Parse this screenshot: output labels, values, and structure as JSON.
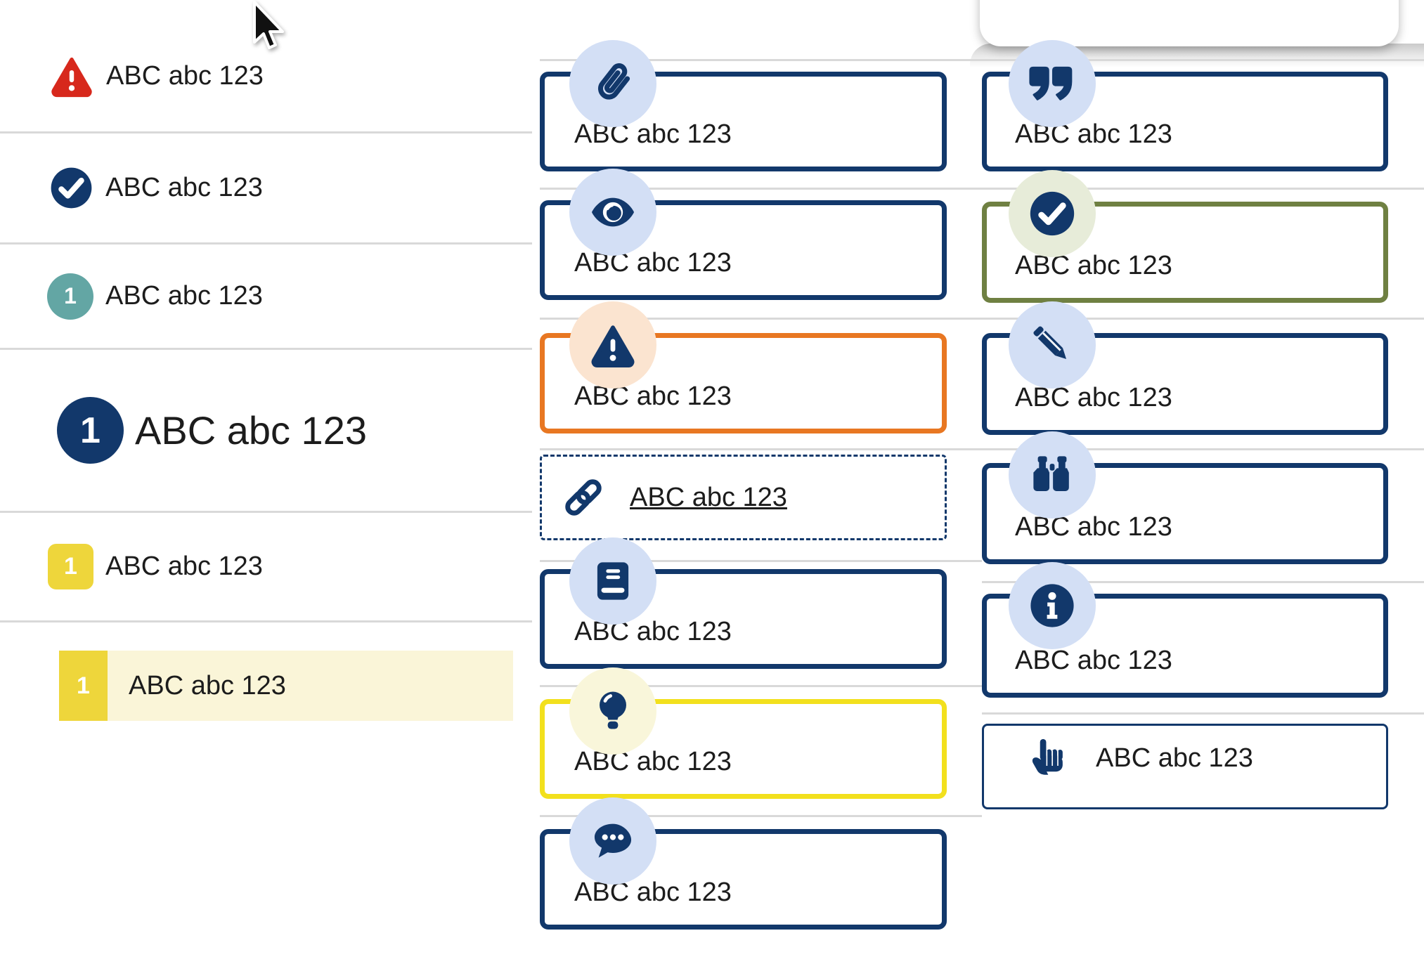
{
  "page": {
    "background": "#ffffff",
    "label_text": "ABC abc 123"
  },
  "colors": {
    "navy": "#12386b",
    "red": "#d7281c",
    "teal": "#63a6a4",
    "yellow_badge": "#eed63b",
    "highlight_bg": "#faf5d8",
    "orange_border": "#e87722",
    "yellow_border": "#f2e01d",
    "olive_border": "#6f8042",
    "icon_circle_blue": "#d3dff5",
    "icon_circle_peach": "#fbe4d0",
    "icon_circle_paleyellow": "#f9f6da",
    "icon_circle_sage": "#e7ecd9",
    "divider": "#d9d9d9",
    "text": "#1c1c1c"
  },
  "left_list": {
    "items": [
      {
        "kind": "icon",
        "icon": "alert-triangle-red",
        "label": "ABC abc 123"
      },
      {
        "kind": "icon",
        "icon": "check-circle-badge",
        "label": "ABC abc 123"
      },
      {
        "kind": "badge",
        "badge": "1",
        "style": "teal",
        "label": "ABC abc 123"
      },
      {
        "kind": "badge",
        "badge": "1",
        "style": "big",
        "label": "ABC abc 123"
      },
      {
        "kind": "badge",
        "badge": "1",
        "style": "yellow-square",
        "label": "ABC abc 123"
      },
      {
        "kind": "highlight",
        "badge": "1",
        "style": "yellow-highlight",
        "label": "ABC abc 123"
      }
    ]
  },
  "middle_callouts": {
    "items": [
      {
        "icon": "paperclip",
        "circle": "blue",
        "variant": "navy",
        "label": "ABC abc 123"
      },
      {
        "icon": "eye",
        "circle": "blue",
        "variant": "navy",
        "label": "ABC abc 123"
      },
      {
        "icon": "alert-triangle",
        "circle": "peach",
        "variant": "orange",
        "label": "ABC abc 123"
      },
      {
        "icon": "link",
        "circle": "none",
        "variant": "dashed",
        "label": "ABC abc 123",
        "link": true
      },
      {
        "icon": "book",
        "circle": "blue",
        "variant": "navy",
        "label": "ABC abc 123"
      },
      {
        "icon": "lightbulb",
        "circle": "paleyellow",
        "variant": "yellow",
        "label": "ABC abc 123"
      },
      {
        "icon": "chat",
        "circle": "blue",
        "variant": "navy",
        "label": "ABC abc 123"
      }
    ]
  },
  "right_callouts": {
    "items": [
      {
        "icon": "quote",
        "circle": "blue",
        "variant": "navy",
        "label": "ABC abc 123"
      },
      {
        "icon": "check-circle",
        "circle": "sage",
        "variant": "olive",
        "label": "ABC abc 123"
      },
      {
        "icon": "pencil",
        "circle": "blue",
        "variant": "navy",
        "label": "ABC abc 123"
      },
      {
        "icon": "binoculars",
        "circle": "blue",
        "variant": "navy",
        "label": "ABC abc 123"
      },
      {
        "icon": "info",
        "circle": "blue",
        "variant": "navy",
        "label": "ABC abc 123"
      },
      {
        "icon": "hand-pointer",
        "circle": "none",
        "variant": "thin",
        "label": "ABC abc 123",
        "inline": true
      }
    ]
  }
}
